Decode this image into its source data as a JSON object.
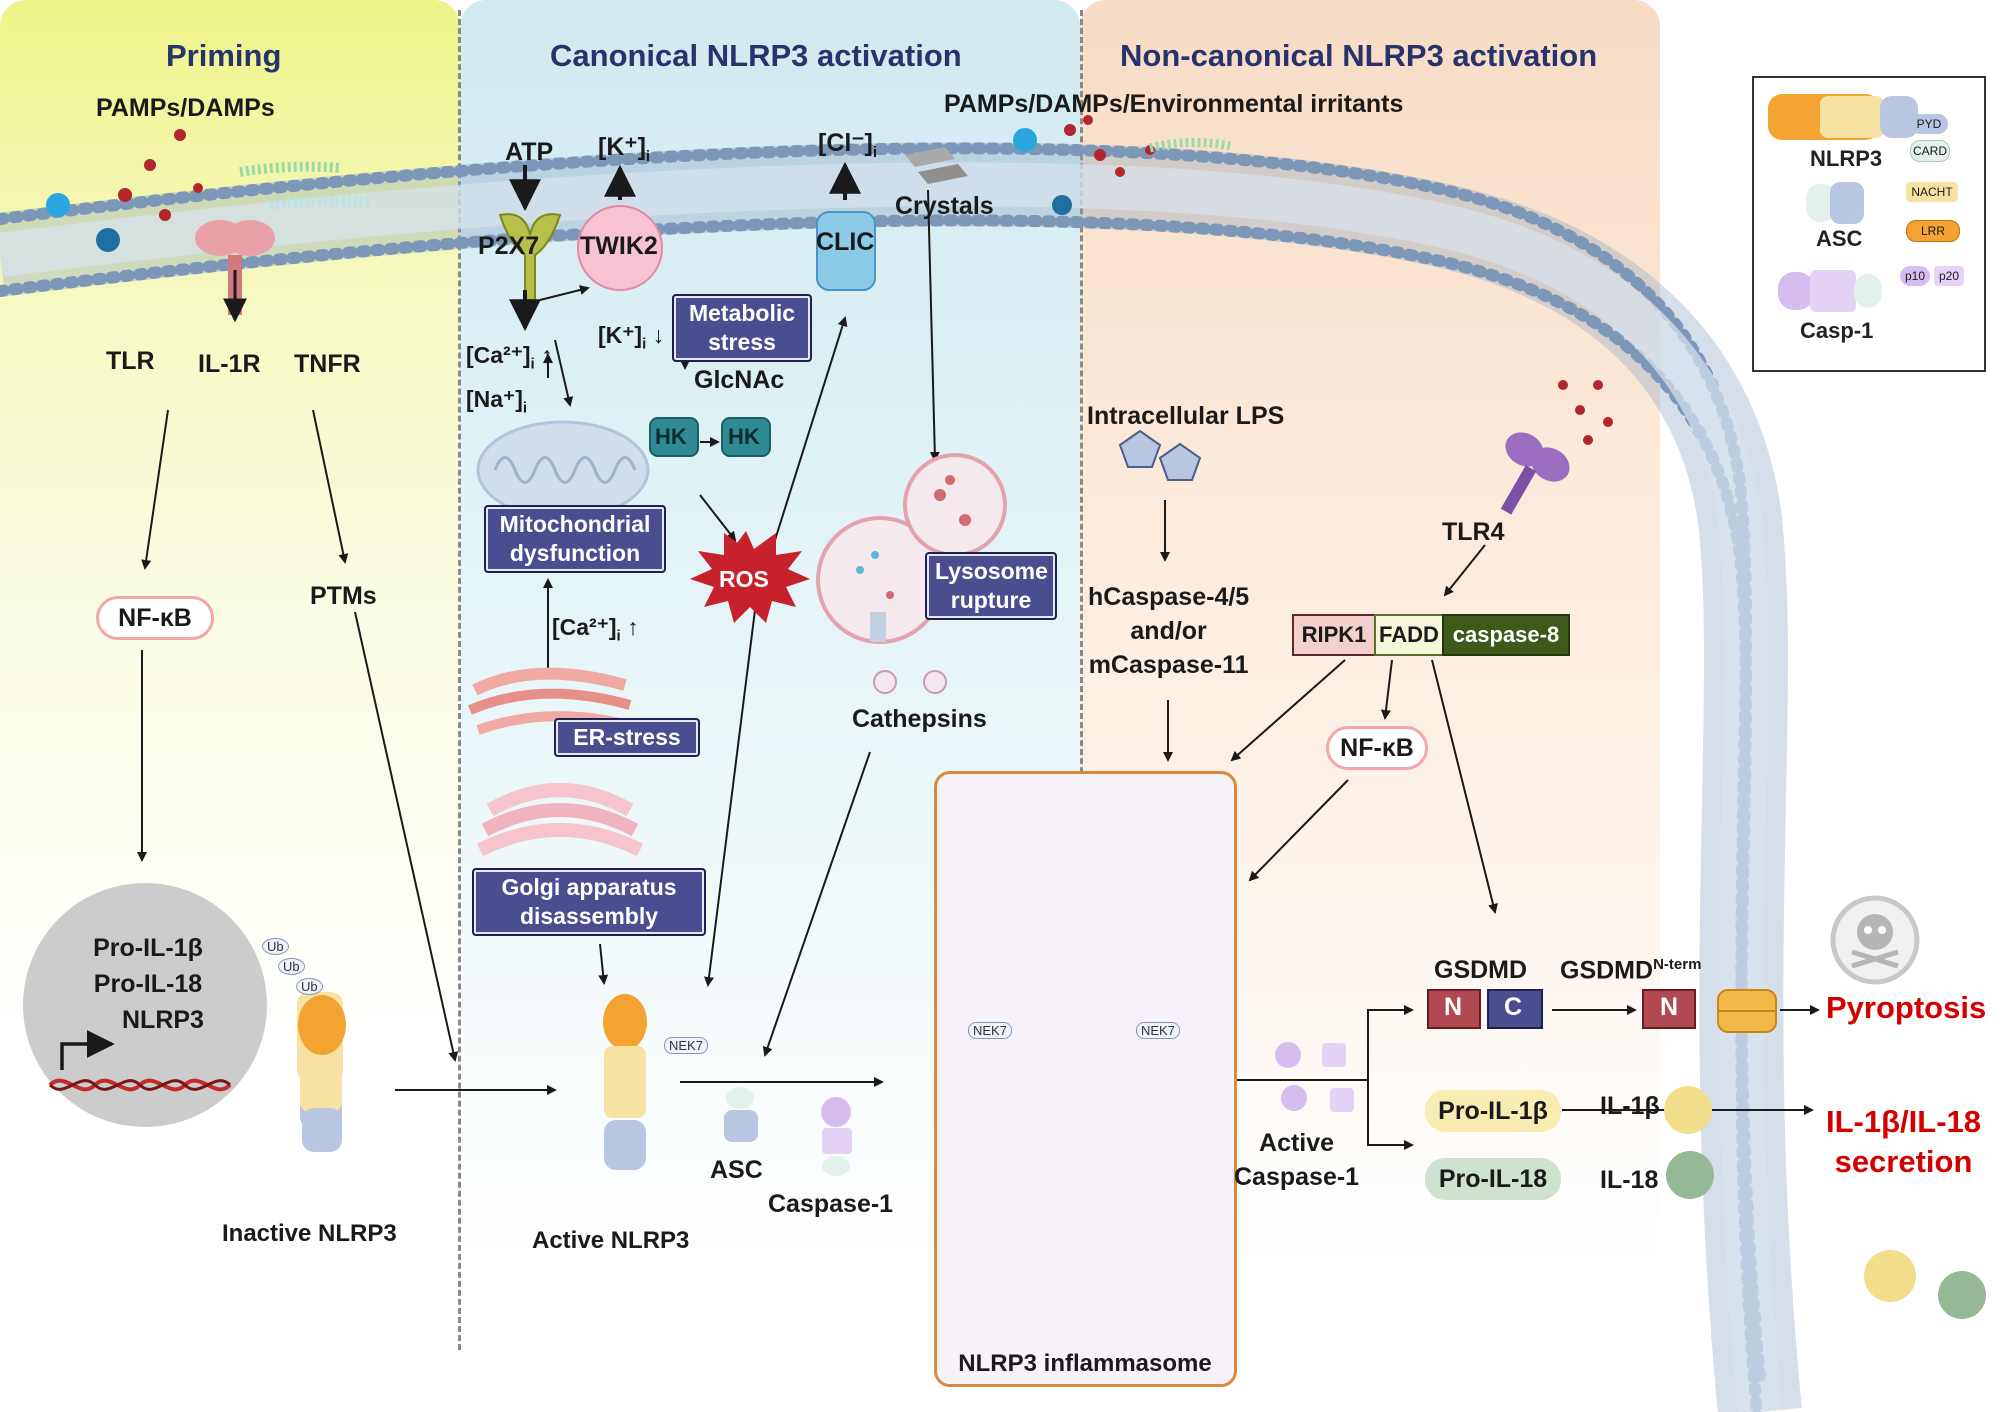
{
  "panels": {
    "priming": "Priming",
    "canonical": "Canonical NLRP3 activation",
    "noncanonical": "Non-canonical NLRP3 activation"
  },
  "priming": {
    "stimuli": "PAMPs/DAMPs",
    "receptors": [
      "TLR",
      "IL-1R",
      "TNFR"
    ],
    "nfkb": "NF-κB",
    "ptms": "PTMs",
    "nucleus": [
      "Pro-IL-1β",
      "Pro-IL-18",
      "NLRP3"
    ],
    "ub": [
      "Ub",
      "Ub",
      "Ub"
    ],
    "inactive": "Inactive NLRP3"
  },
  "canonical": {
    "atp": "ATP",
    "k_out": "[K⁺]",
    "cl_out": "[Cl⁻]",
    "p2x7": "P2X7",
    "twik2": "TWIK2",
    "clic": "CLIC",
    "crystals": "Crystals",
    "ca_na": "[Ca²⁺]",
    "na": "[Na⁺]",
    "k_in": "[K⁺]",
    "ion_sub": "i",
    "metabolic": "Metabolic stress",
    "glcnac": "GlcNAc",
    "hk": "HK",
    "mito": "Mitochondrial dysfunction",
    "ros": "ROS",
    "ca_er": "[Ca²⁺]",
    "er": "ER-stress",
    "golgi": "Golgi apparatus disassembly",
    "lysosome": "Lysosome rupture",
    "cathepsins": "Cathepsins",
    "active": "Active NLRP3",
    "nek7": "NEK7",
    "asc": "ASC",
    "caspase1": "Caspase-1"
  },
  "noncanonical": {
    "stimuli": "PAMPs/DAMPs/Environmental irritants",
    "lps": "Intracellular LPS",
    "caspase": "hCaspase-4/5\nand/or\nmCaspase-11",
    "tlr4": "TLR4",
    "ripk1": "RIPK1",
    "fadd": "FADD",
    "caspase8": "caspase-8",
    "nfkb": "NF-κB"
  },
  "inflammasome": {
    "label": "NLRP3 inflammasome",
    "nek7": "NEK7"
  },
  "outputs": {
    "active_caspase": "Active\nCaspase-1",
    "gsdmd": "GSDMD",
    "n": "N",
    "c": "C",
    "gsdmd_nterm": "GSDMD",
    "nterm_sup": "N-term",
    "pyroptosis": "Pyroptosis",
    "pro_il1b": "Pro-IL-1β",
    "pro_il18": "Pro-IL-18",
    "il1b": "IL-1β",
    "il18": "IL-18",
    "secretion": "IL-1β/IL-18\nsecretion"
  },
  "legend": {
    "nlrp3": "NLRP3",
    "asc": "ASC",
    "casp1": "Casp-1",
    "pyd": "PYD",
    "card": "CARD",
    "nacht": "NACHT",
    "lrr": "LRR",
    "p10": "p10",
    "p20": "p20"
  },
  "colors": {
    "title": "#28336e",
    "dark_box": "#4a4d8f",
    "red_text": "#d40000",
    "pyd": "#b8c6e2",
    "nacht": "#f6e2a2",
    "lrr": "#f2a332",
    "card": "#e3f1ea",
    "casp_purple": "#d5bdf0"
  }
}
